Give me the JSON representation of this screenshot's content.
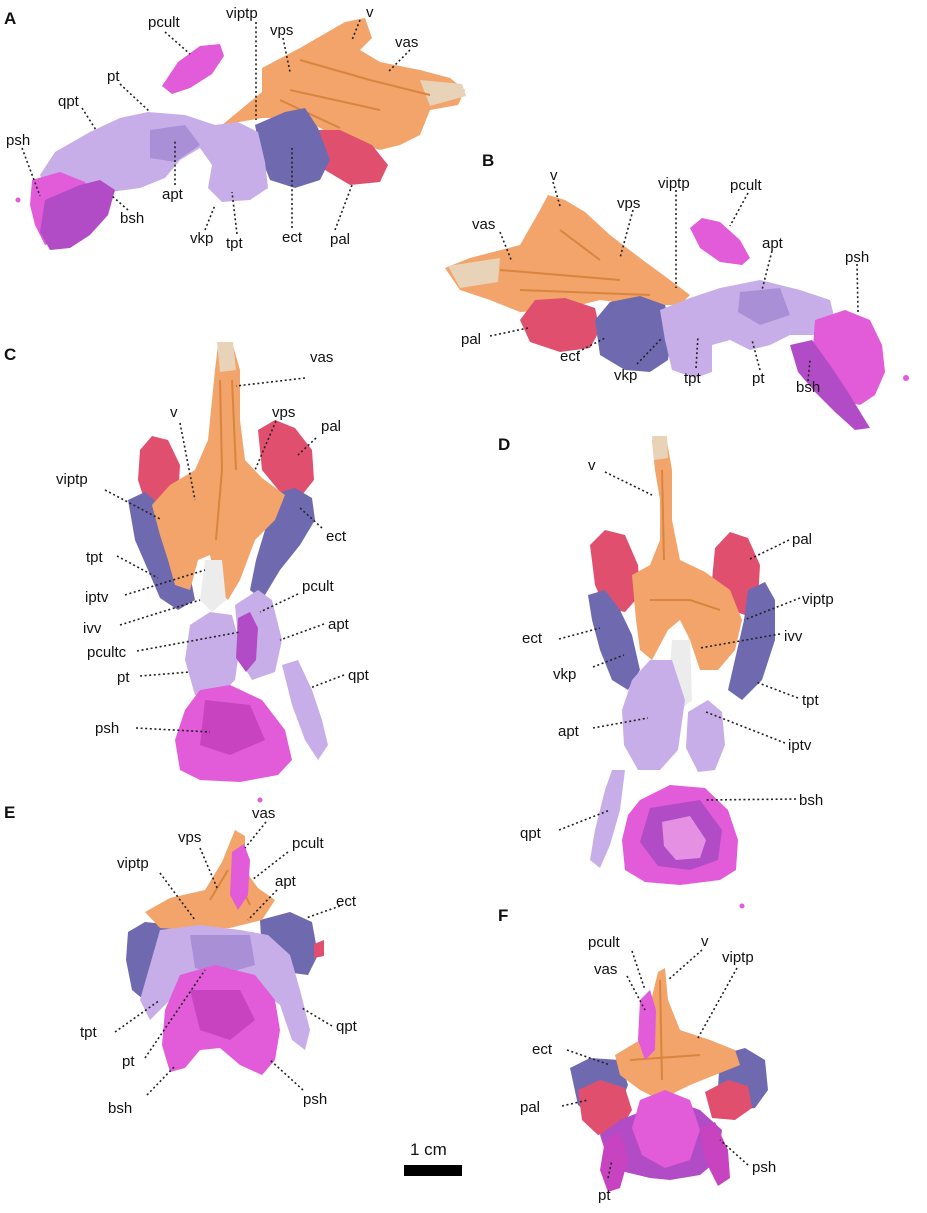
{
  "colors": {
    "vomer": "#f2a46a",
    "vomer_dark": "#d9853f",
    "palatine": "#e0506e",
    "ectopterygoid": "#6f6ab0",
    "pterygoid": "#c8aee8",
    "pterygoid_dark": "#a98fd6",
    "parasphenoid": "#e25bd8",
    "basisphenoid": "#b24cc6",
    "leader": "#222222"
  },
  "panels": {
    "A": {
      "letter": "A",
      "labels": {
        "pcult": "pcult",
        "viptp": "viptp",
        "v": "v",
        "vps": "vps",
        "vas": "vas",
        "pt": "pt",
        "qpt": "qpt",
        "psh": "psh",
        "apt": "apt",
        "bsh": "bsh",
        "vkp": "vkp",
        "tpt": "tpt",
        "ect": "ect",
        "pal": "pal"
      }
    },
    "B": {
      "letter": "B",
      "labels": {
        "v": "v",
        "viptp": "viptp",
        "pcult": "pcult",
        "vas": "vas",
        "vps": "vps",
        "apt": "apt",
        "psh": "psh",
        "pal": "pal",
        "ect": "ect",
        "vkp": "vkp",
        "tpt": "tpt",
        "pt": "pt",
        "bsh": "bsh"
      }
    },
    "C": {
      "letter": "C",
      "labels": {
        "vas": "vas",
        "v": "v",
        "vps": "vps",
        "pal": "pal",
        "viptp": "viptp",
        "ect": "ect",
        "tpt": "tpt",
        "pcult": "pcult",
        "iptv": "iptv",
        "ivv": "ivv",
        "apt": "apt",
        "pcultc": "pcultc",
        "pt": "pt",
        "qpt": "qpt",
        "psh": "psh"
      }
    },
    "D": {
      "letter": "D",
      "labels": {
        "v": "v",
        "pal": "pal",
        "viptp": "viptp",
        "ivv": "ivv",
        "ect": "ect",
        "vkp": "vkp",
        "tpt": "tpt",
        "apt": "apt",
        "iptv": "iptv",
        "bsh": "bsh",
        "qpt": "qpt"
      }
    },
    "E": {
      "letter": "E",
      "labels": {
        "vas": "vas",
        "vps": "vps",
        "pcult": "pcult",
        "viptp": "viptp",
        "apt": "apt",
        "ect": "ect",
        "tpt": "tpt",
        "qpt": "qpt",
        "pt": "pt",
        "bsh": "bsh",
        "psh": "psh"
      }
    },
    "F": {
      "letter": "F",
      "labels": {
        "pcult": "pcult",
        "v": "v",
        "vas": "vas",
        "viptp": "viptp",
        "ect": "ect",
        "pal": "pal",
        "psh": "psh",
        "pt": "pt"
      }
    }
  },
  "scale_bar": {
    "label": "1 cm"
  }
}
